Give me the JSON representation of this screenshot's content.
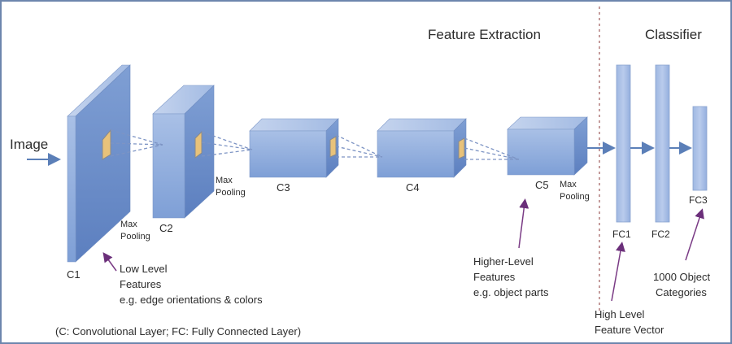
{
  "diagram": {
    "sections": {
      "feature_extraction": "Feature Extraction",
      "classifier": "Classifier"
    },
    "input_label": "Image",
    "conv_layers": [
      {
        "id": "C1",
        "label": "C1"
      },
      {
        "id": "C2",
        "label": "C2"
      },
      {
        "id": "C3",
        "label": "C3"
      },
      {
        "id": "C4",
        "label": "C4"
      },
      {
        "id": "C5",
        "label": "C5"
      }
    ],
    "fc_layers": [
      {
        "id": "FC1",
        "label": "FC1"
      },
      {
        "id": "FC2",
        "label": "FC2"
      },
      {
        "id": "FC3",
        "label": "FC3"
      }
    ],
    "pooling_labels": {
      "after_c1": [
        "Max",
        "Pooling"
      ],
      "after_c2": [
        "Max",
        "Pooling"
      ],
      "after_c5": [
        "Max",
        "Pooling"
      ]
    },
    "annotations": {
      "low_level": [
        "Low Level",
        "Features",
        "e.g. edge orientations & colors"
      ],
      "higher_level": [
        "Higher-Level",
        "Features",
        "e.g. object parts"
      ],
      "high_level_vector": [
        "High Level",
        "Feature Vector"
      ],
      "categories": [
        "1000 Object",
        "Categories"
      ]
    },
    "legend": "(C: Convolutional Layer; FC: Fully Connected Layer)",
    "colors": {
      "layer_front": "#8eaadb",
      "layer_side": "#6b8cc7",
      "layer_top": "#b3c7e8",
      "arrow_blue": "#5b7fb8",
      "annotation_arrow": "#7a3b85",
      "filter_patch": "#e8c27a",
      "frame": "#6d86ad",
      "divider": "#b07a7a"
    }
  }
}
